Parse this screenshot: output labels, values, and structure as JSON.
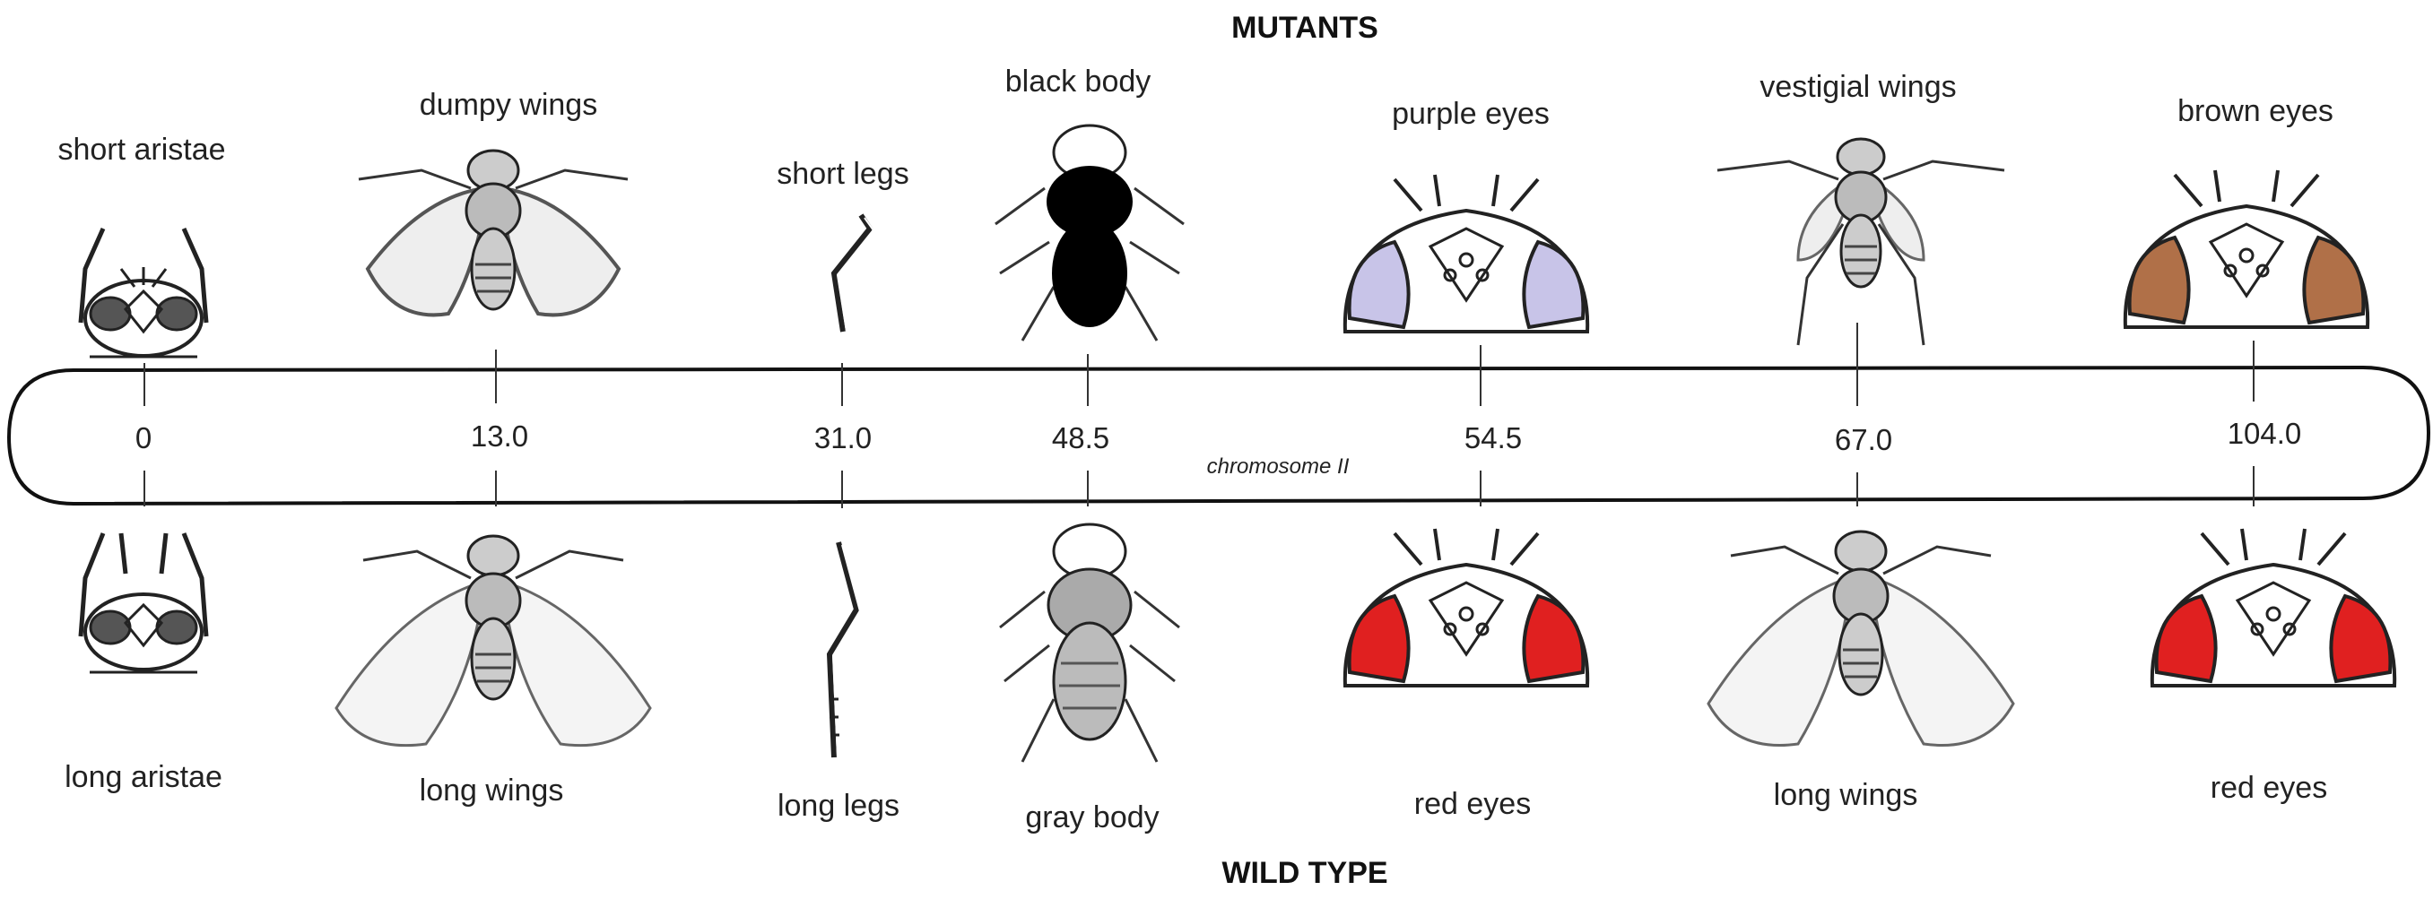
{
  "diagram": {
    "top_heading": "MUTANTS",
    "bottom_heading": "WILD TYPE",
    "chromosome_label": "chromosome II",
    "colors": {
      "outline": "#222222",
      "purple_eye": "#c8c4e8",
      "brown_eye": "#b07048",
      "red_eye": "#e02020",
      "black_body": "#000000"
    },
    "loci": [
      {
        "position": "0",
        "mutant": "short aristae",
        "wild": "long aristae",
        "icon": "head-aristae"
      },
      {
        "position": "13.0",
        "mutant": "dumpy wings",
        "wild": "long wings",
        "icon": "fly-wings"
      },
      {
        "position": "31.0",
        "mutant": "short legs",
        "wild": "long legs",
        "icon": "leg"
      },
      {
        "position": "48.5",
        "mutant": "black body",
        "wild": "gray body",
        "icon": "fly-body"
      },
      {
        "position": "54.5",
        "mutant": "purple eyes",
        "wild": "red eyes",
        "icon": "eye-head"
      },
      {
        "position": "67.0",
        "mutant": "vestigial wings",
        "wild": "long wings",
        "icon": "fly-wings"
      },
      {
        "position": "104.0",
        "mutant": "brown eyes",
        "wild": "red eyes",
        "icon": "eye-head"
      }
    ]
  }
}
